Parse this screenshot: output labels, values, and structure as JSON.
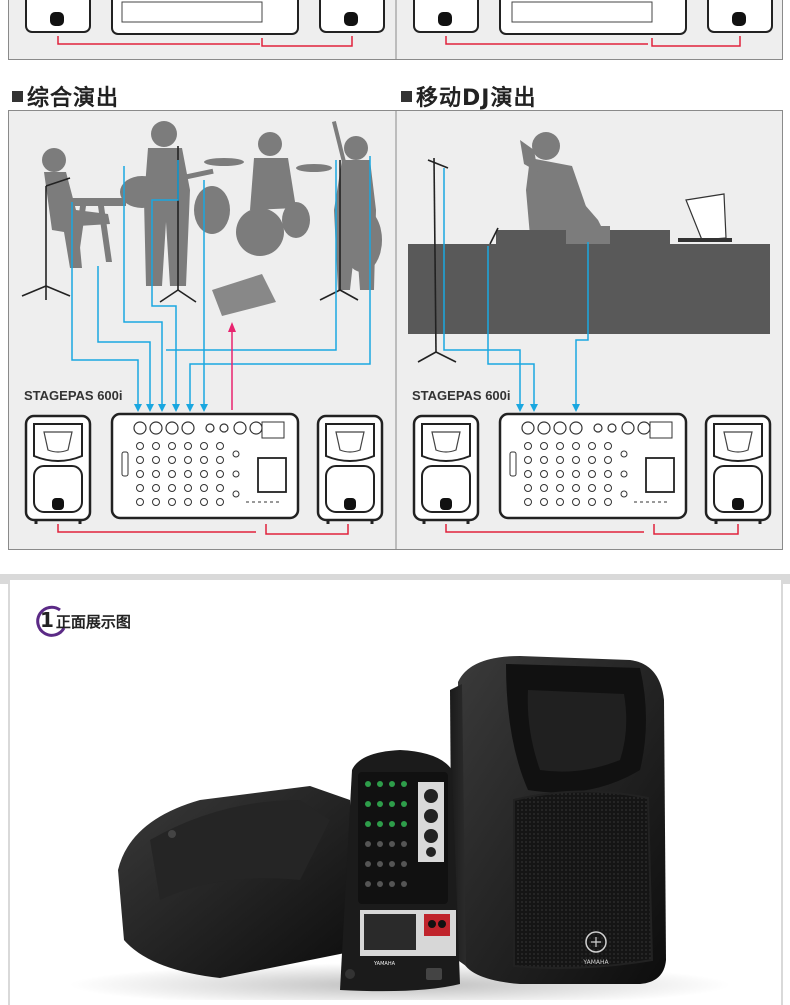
{
  "sections": {
    "combo": {
      "title": "综合演出",
      "product_label": "STAGEPAS 600i"
    },
    "dj": {
      "title": "移动DJ演出",
      "product_label": "STAGEPAS 600i"
    }
  },
  "front": {
    "number": "1",
    "title": "正面展示图"
  },
  "speaker_brand": {
    "brand_text": "YAMAHA",
    "mixer_brand": "YAMAHA"
  },
  "colors": {
    "cable_blue": "#1aa7e0",
    "cable_red": "#e0223c",
    "cable_pink": "#e8246f",
    "silhouette": "#7c7c7c"
  }
}
